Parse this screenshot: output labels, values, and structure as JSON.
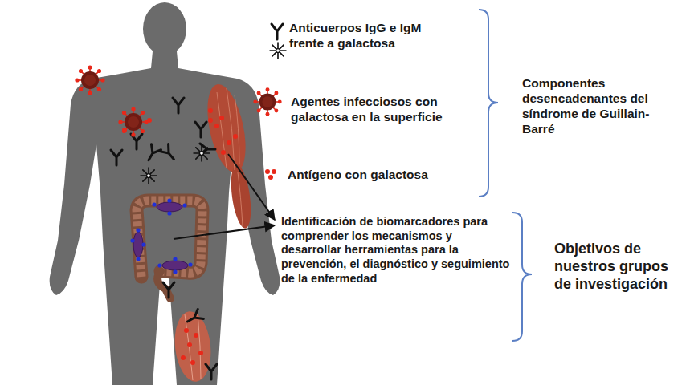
{
  "diagram": {
    "labels": [
      "Anticuerpos IgG e IgM frente a galactosa",
      "Agentes infecciosos con galactosa en la superficie",
      "Antígeno con galactosa",
      "Componentes desencadenantes del síndrome de Guillain-Barré",
      "Identificación de biomarcadores para comprender los mecanismos y desarrollar herramientas para la prevención, el diagnóstico y seguimiento de la enfermedad",
      "Objetivos de nuestros grupos de investigación"
    ]
  }
}
